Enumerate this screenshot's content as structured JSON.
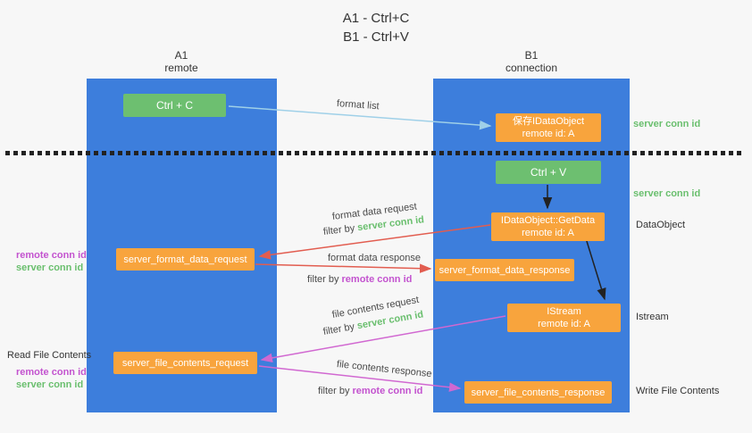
{
  "title": {
    "line1": "A1 - Ctrl+C",
    "line2": "B1 - Ctrl+V"
  },
  "columns": {
    "left": {
      "label_top": "A1",
      "label_sub": "remote"
    },
    "right": {
      "label_top": "B1",
      "label_sub": "connection"
    }
  },
  "nodes": {
    "ctrl_c": "Ctrl + C",
    "ctrl_v": "Ctrl + V",
    "save_idataobject": {
      "line1": "保存IDataObject",
      "line2": "remote id: A"
    },
    "getdata": {
      "line1": "IDataObject::GetData",
      "line2": "remote id: A"
    },
    "istream": {
      "line1": "IStream",
      "line2": "remote id: A"
    },
    "format_request": "server_format_data_request",
    "format_response": "server_format_data_response",
    "file_request": "server_file_contents_request",
    "file_response": "server_file_contents_response"
  },
  "side_labels": {
    "server_conn_id_top": "server conn id",
    "server_conn_id_mid": "server conn id",
    "dataobject": "DataObject",
    "istream": "Istream",
    "write_file": "Write File Contents",
    "read_file": "Read File Contents",
    "left_remote_conn_1": "remote conn id",
    "left_server_conn_1": "server conn id",
    "left_remote_conn_2": "remote conn id",
    "left_server_conn_2": "server conn id"
  },
  "arrow_labels": {
    "format_list": "format list",
    "format_data_request": "format data request",
    "filter_server_1": {
      "prefix": "filter by ",
      "highlight": "server conn id"
    },
    "format_data_response": "format data response",
    "filter_remote_1": {
      "prefix": "filter by ",
      "highlight": "remote conn id"
    },
    "file_contents_request": "file contents request",
    "filter_server_2": {
      "prefix": "filter by ",
      "highlight": "server conn id"
    },
    "file_contents_response": "file contents response",
    "filter_remote_2": {
      "prefix": "filter by ",
      "highlight": "remote conn id"
    }
  },
  "colors": {
    "bg": "#f7f7f7",
    "blue": "#3d7edc",
    "green": "#6dbf70",
    "orange": "#f8a43d",
    "green-text": "#6abf6e",
    "magenta": "#c353cf",
    "red-arrow": "#e25d50",
    "pink-arrow": "#d168d1",
    "lightblue-arrow": "#9fd0e8",
    "dark": "#222222"
  }
}
